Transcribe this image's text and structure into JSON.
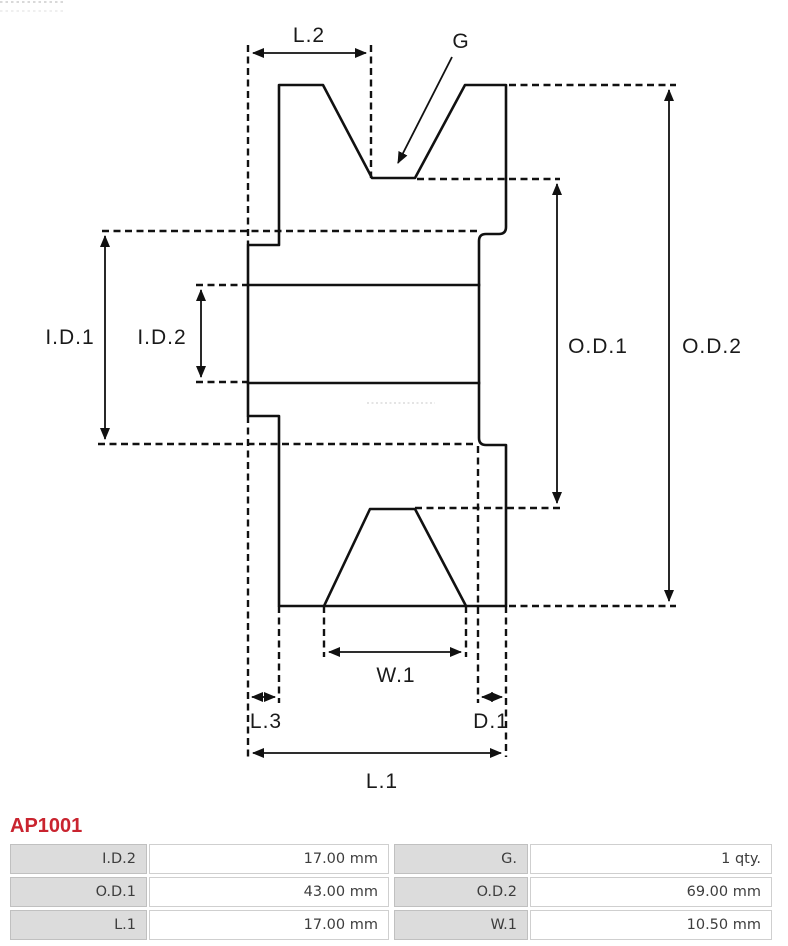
{
  "part_number": "AP1001",
  "colors": {
    "accent_red": "#c9242f",
    "drawing_line": "#111111",
    "label_text": "#1a1a1a",
    "table_label_bg": "#dcdcdc",
    "table_text": "#3d3d3d"
  },
  "drawing": {
    "labels": {
      "l2": "L.2",
      "g": "G",
      "id1": "I.D.1",
      "id2": "I.D.2",
      "od1": "O.D.1",
      "od2": "O.D.2",
      "w1": "W.1",
      "l3": "L.3",
      "d1": "D.1",
      "l1": "L.1"
    }
  },
  "spec_table": {
    "rows": [
      {
        "cells": [
          {
            "label": "I.D.2",
            "value": "17.00 mm"
          },
          {
            "label": "G.",
            "value": "1 qty."
          }
        ]
      },
      {
        "cells": [
          {
            "label": "O.D.1",
            "value": "43.00 mm"
          },
          {
            "label": "O.D.2",
            "value": "69.00 mm"
          }
        ]
      },
      {
        "cells": [
          {
            "label": "L.1",
            "value": "17.00 mm"
          },
          {
            "label": "W.1",
            "value": "10.50 mm"
          }
        ]
      }
    ]
  }
}
